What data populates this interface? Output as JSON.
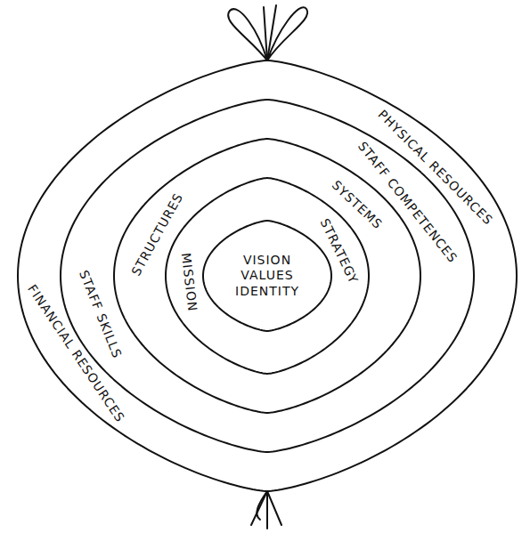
{
  "diagram": {
    "nodes": [
      {
        "text": [
          "PHYSICAL RESOURCES",
          "FINANCIAL RESOURCES"
        ]
      },
      {
        "text": [
          "STAFF COMPETENCES",
          "STAFF SKILLS"
        ],
        "in": 0
      },
      {
        "text": [
          "SYSTEMS",
          "STRUCTURES"
        ],
        "in": 1
      },
      {
        "text": [
          "STRATEGY",
          "MISSION"
        ],
        "in": 2
      },
      {
        "text": [
          "VISION VALUES IDENTITY"
        ],
        "in": 3
      }
    ]
  }
}
